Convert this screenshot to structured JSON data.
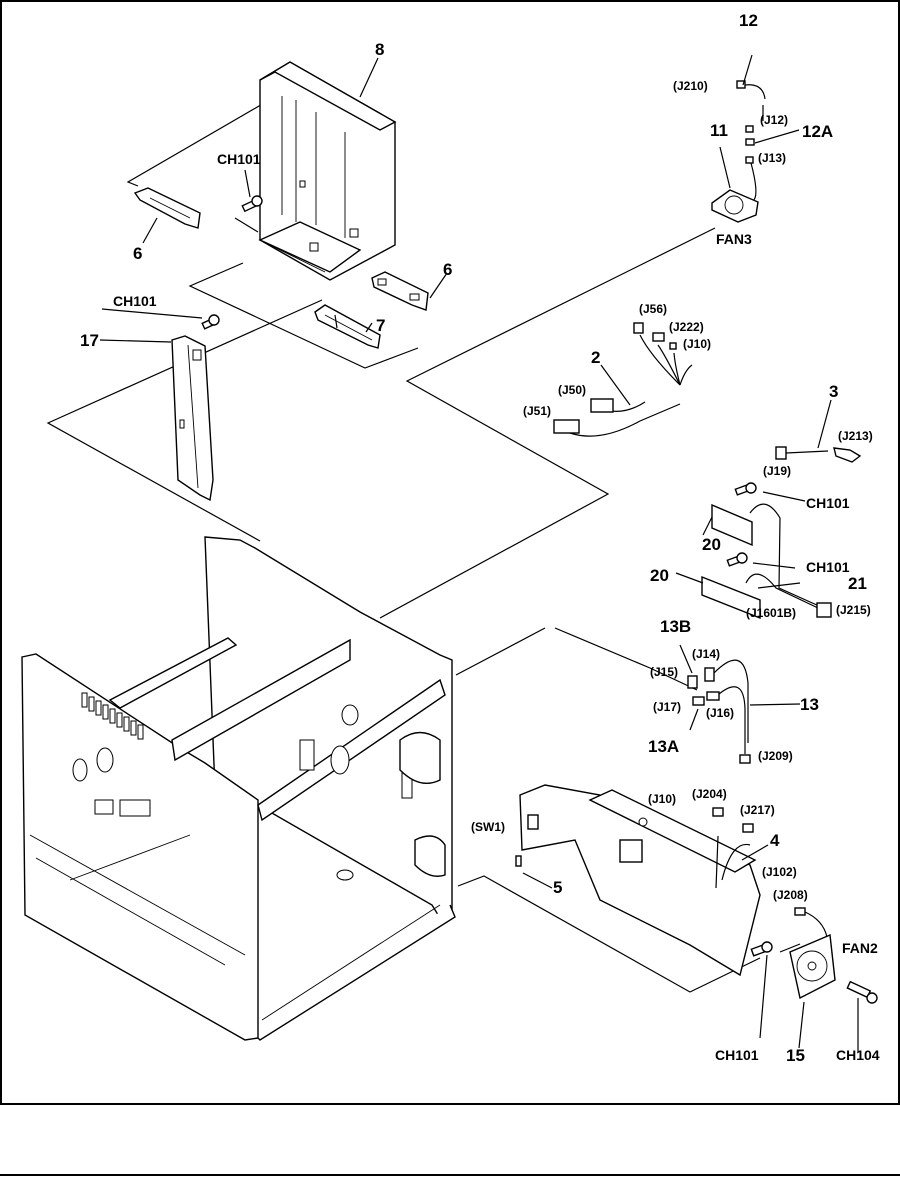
{
  "figure": {
    "type": "exploded-parts-diagram",
    "callouts": {
      "p8": "8",
      "p12": "12",
      "p12a": "12A",
      "p11": "11",
      "p6a": "6",
      "p6b": "6",
      "p7": "7",
      "p17": "17",
      "p2": "2",
      "p3": "3",
      "p20a": "20",
      "p20b": "20",
      "p21": "21",
      "p13": "13",
      "p13a": "13A",
      "p13b": "13B",
      "p4": "4",
      "p5": "5",
      "p15": "15"
    },
    "screws": {
      "ch101_top": "CH101",
      "ch101_left": "CH101",
      "ch101_r1": "CH101",
      "ch101_r2": "CH101",
      "ch101_bottom": "CH101",
      "ch104": "CH104"
    },
    "components": {
      "fan3": "FAN3",
      "fan2": "FAN2",
      "sw1": "(SW1)"
    },
    "connectors": {
      "j210": "(J210)",
      "j12": "(J12)",
      "j13": "(J13)",
      "j56": "(J56)",
      "j222": "(J222)",
      "j10a": "(J10)",
      "j50": "(J50)",
      "j51": "(J51)",
      "j213": "(J213)",
      "j19": "(J19)",
      "j1601b": "(J1601B)",
      "j215": "(J215)",
      "j14": "(J14)",
      "j15": "(J15)",
      "j16": "(J16)",
      "j17": "(J17)",
      "j209": "(J209)",
      "j10b": "(J10)",
      "j204": "(J204)",
      "j217": "(J217)",
      "j102": "(J102)",
      "j208": "(J208)"
    }
  }
}
